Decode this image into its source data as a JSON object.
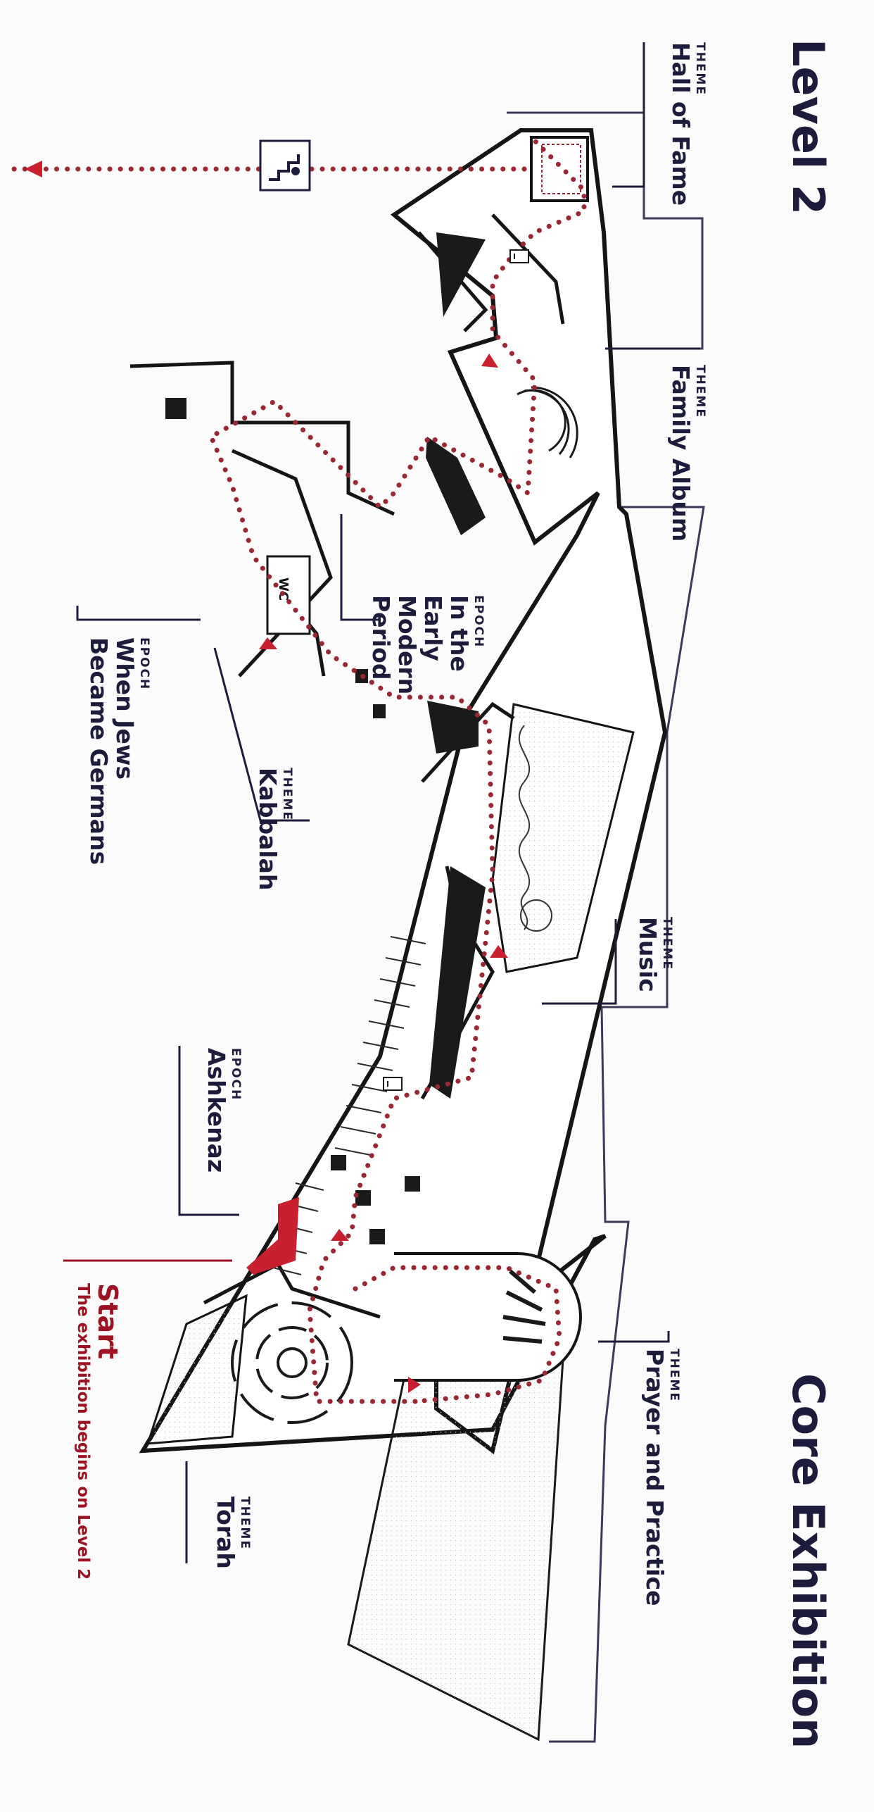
{
  "header": {
    "level": "Level 2",
    "title": "Core Exhibition"
  },
  "map_labels": {
    "hall_of_fame": {
      "kicker": "THEME",
      "name": "Hall of Fame"
    },
    "family_album": {
      "kicker": "THEME",
      "name": "Family Album"
    },
    "early_modern": {
      "kicker": "EPOCH",
      "lines": [
        "In the",
        "Early",
        "Modern",
        "Period"
      ]
    },
    "when_jews": {
      "kicker": "EPOCH",
      "lines": [
        "When Jews",
        "Became Germans"
      ]
    },
    "kabbalah": {
      "kicker": "THEME",
      "name": "Kabbalah"
    },
    "music": {
      "kicker": "THEME",
      "name": "Music"
    },
    "ashkenaz": {
      "kicker": "EPOCH",
      "name": "Ashkenaz"
    },
    "prayer": {
      "kicker": "THEME",
      "name": "Prayer and Practice"
    },
    "torah": {
      "kicker": "THEME",
      "name": "Torah"
    },
    "wc": "WC"
  },
  "start": {
    "title": "Start",
    "subtitle": "The exhibition begins on Level 2"
  },
  "colors": {
    "ink": "#1d1c3d",
    "route": "#9c2734",
    "accent_red": "#c8202e",
    "walls": "#111111"
  },
  "icons": [
    "staircase-icon",
    "info-screen-icon"
  ]
}
